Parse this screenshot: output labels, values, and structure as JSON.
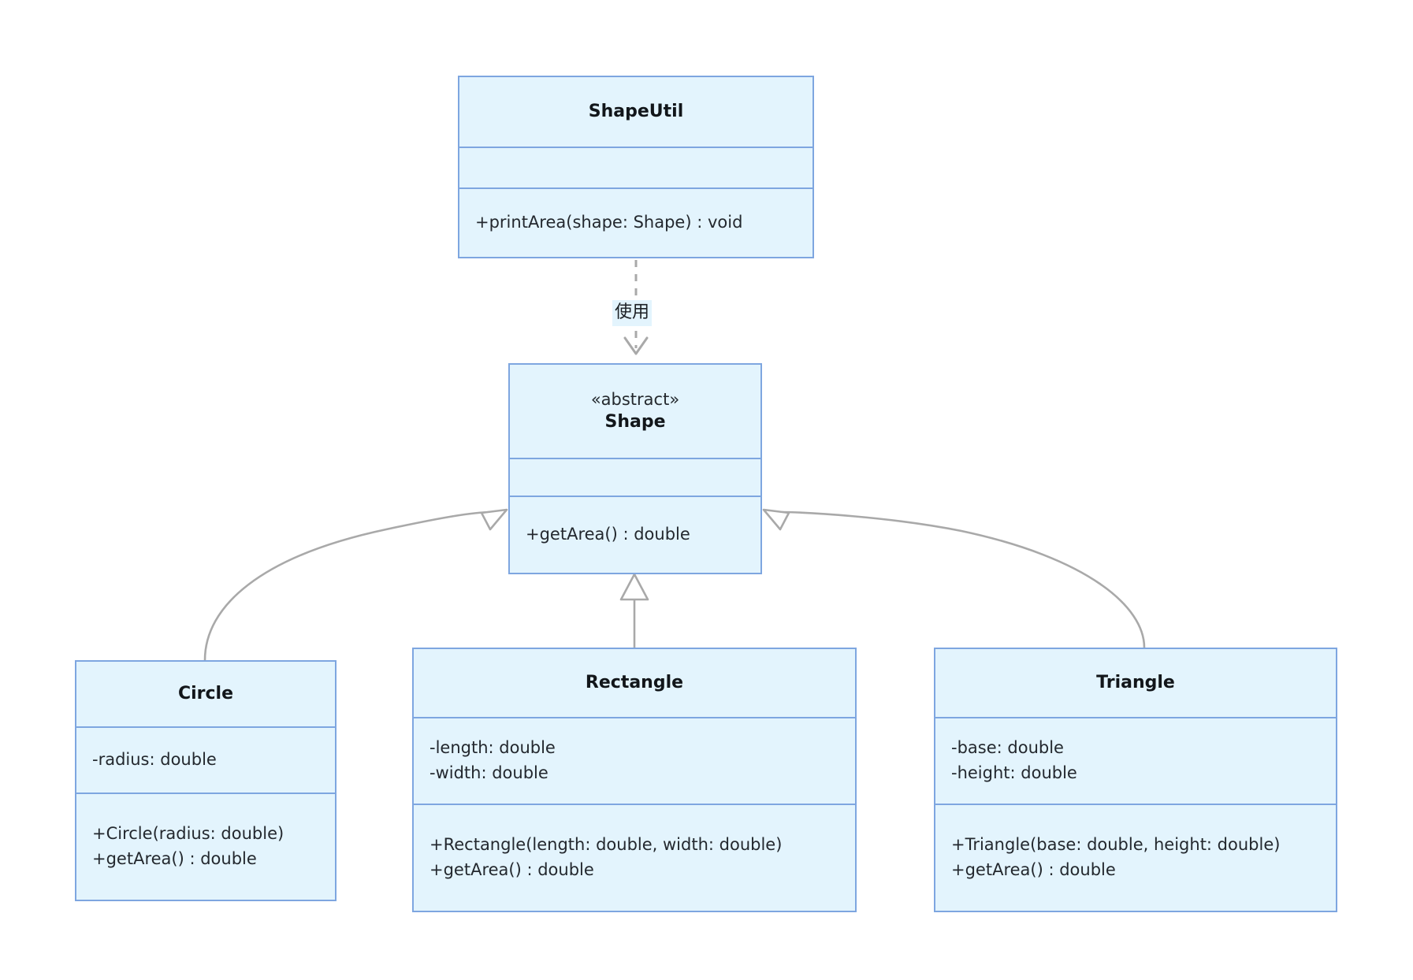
{
  "diagram": {
    "type": "uml-class-diagram",
    "colors": {
      "class_fill": "#e3f4fd",
      "class_border": "#7ea6e0",
      "edge_line": "#a9a9a9",
      "text": "#1f2329",
      "background": "#ffffff"
    }
  },
  "classes": {
    "shapeutil": {
      "name": "ShapeUtil",
      "stereotype": "",
      "attributes": [],
      "operations": [
        "+printArea(shape: Shape) : void"
      ]
    },
    "shape": {
      "name": "Shape",
      "stereotype": "«abstract»",
      "attributes": [],
      "operations": [
        "+getArea() : double"
      ]
    },
    "circle": {
      "name": "Circle",
      "stereotype": "",
      "attributes": [
        "-radius: double"
      ],
      "operations": [
        "+Circle(radius: double)",
        "+getArea() : double"
      ]
    },
    "rectangle": {
      "name": "Rectangle",
      "stereotype": "",
      "attributes": [
        "-length: double",
        "-width: double"
      ],
      "operations": [
        "+Rectangle(length: double, width: double)",
        "+getArea() : double"
      ]
    },
    "triangle": {
      "name": "Triangle",
      "stereotype": "",
      "attributes": [
        "-base: double",
        "-height: double"
      ],
      "operations": [
        "+Triangle(base: double, height: double)",
        "+getArea() : double"
      ]
    }
  },
  "edges": {
    "dependency_uses": {
      "label": "使用",
      "from": "ShapeUtil",
      "to": "Shape",
      "style": "dashed",
      "arrow": "open"
    },
    "generalizations": [
      {
        "from": "Circle",
        "to": "Shape",
        "arrow": "hollow-triangle"
      },
      {
        "from": "Rectangle",
        "to": "Shape",
        "arrow": "hollow-triangle"
      },
      {
        "from": "Triangle",
        "to": "Shape",
        "arrow": "hollow-triangle"
      }
    ]
  }
}
